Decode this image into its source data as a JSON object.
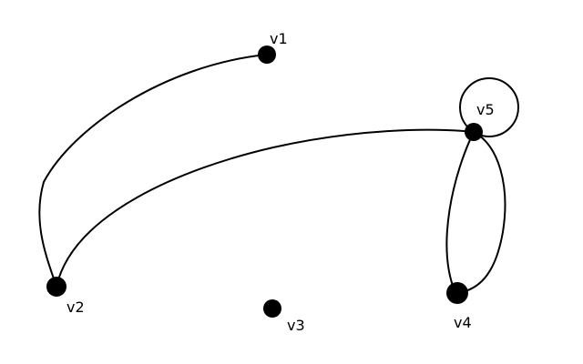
{
  "graph": {
    "vertices": [
      {
        "id": "v1",
        "label": "v1"
      },
      {
        "id": "v2",
        "label": "v2"
      },
      {
        "id": "v3",
        "label": "v3"
      },
      {
        "id": "v4",
        "label": "v4"
      },
      {
        "id": "v5",
        "label": "v5"
      }
    ],
    "edges": [
      {
        "from": "v1",
        "to": "v2"
      },
      {
        "from": "v2",
        "to": "v5"
      },
      {
        "from": "v5",
        "to": "v5"
      },
      {
        "from": "v5",
        "to": "v4"
      },
      {
        "from": "v4",
        "to": "v5"
      }
    ],
    "colors": {
      "vertex": "#000000",
      "edge": "#000000",
      "background": "#ffffff"
    }
  }
}
